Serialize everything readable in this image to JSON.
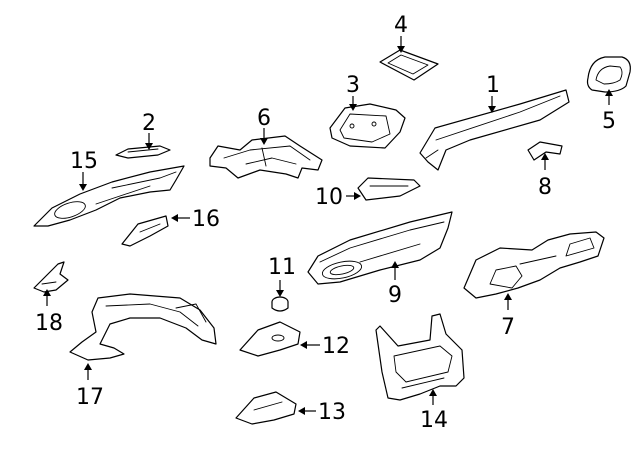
{
  "callouts": [
    {
      "id": "1",
      "text": "1"
    },
    {
      "id": "2",
      "text": "2"
    },
    {
      "id": "3",
      "text": "3"
    },
    {
      "id": "4",
      "text": "4"
    },
    {
      "id": "5",
      "text": "5"
    },
    {
      "id": "6",
      "text": "6"
    },
    {
      "id": "7",
      "text": "7"
    },
    {
      "id": "8",
      "text": "8"
    },
    {
      "id": "9",
      "text": "9"
    },
    {
      "id": "10",
      "text": "10"
    },
    {
      "id": "11",
      "text": "11"
    },
    {
      "id": "12",
      "text": "12"
    },
    {
      "id": "13",
      "text": "13"
    },
    {
      "id": "14",
      "text": "14"
    },
    {
      "id": "15",
      "text": "15"
    },
    {
      "id": "16",
      "text": "16"
    },
    {
      "id": "17",
      "text": "17"
    },
    {
      "id": "18",
      "text": "18"
    }
  ],
  "colors": {
    "line": "#000000",
    "background": "#ffffff"
  }
}
